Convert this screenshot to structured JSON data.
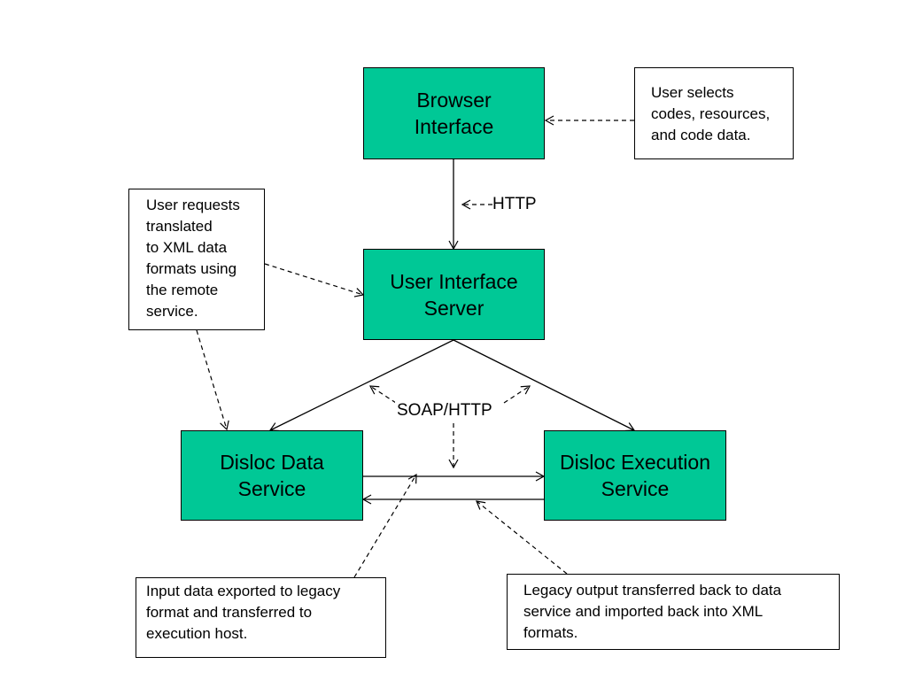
{
  "nodes": {
    "browser": {
      "line1": "Browser",
      "line2": "Interface"
    },
    "ui_server": {
      "line1": "User Interface",
      "line2": "Server"
    },
    "data_service": {
      "line1": "Disloc Data",
      "line2": "Service"
    },
    "exec_service": {
      "line1": "Disloc Execution",
      "line2": "Service"
    }
  },
  "notes": {
    "user_selects": "User selects\ncodes, resources,\nand code data.",
    "user_requests": "User requests\ntranslated\nto XML data\nformats using\nthe remote\nservice.",
    "input_exported": "Input data exported to legacy\nformat and transferred to\nexecution host.",
    "legacy_output": "Legacy output transferred back to data\nservice and imported back into XML\nformats."
  },
  "labels": {
    "http": "HTTP",
    "soap_http": "SOAP/HTTP"
  },
  "colors": {
    "node_fill": "#00c896",
    "line": "#000000"
  }
}
